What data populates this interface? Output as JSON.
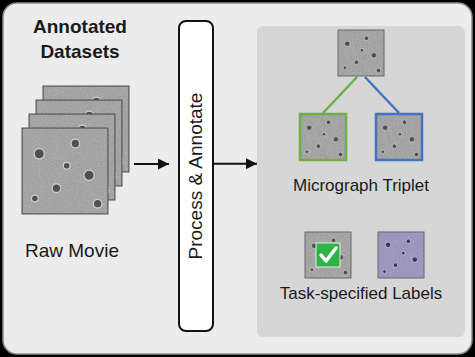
{
  "diagram": {
    "nodes": [
      {
        "text": [
          "Process & Annotate"
        ]
      },
      {
        "text": [
          "Micrograph Triplet",
          "Task-specified Labels"
        ]
      }
    ],
    "edges": [
      {
        "from": 0,
        "to": 1,
        "arrow": "to"
      }
    ],
    "labels": [
      "Annotated Datasets",
      "Raw Movie"
    ]
  }
}
